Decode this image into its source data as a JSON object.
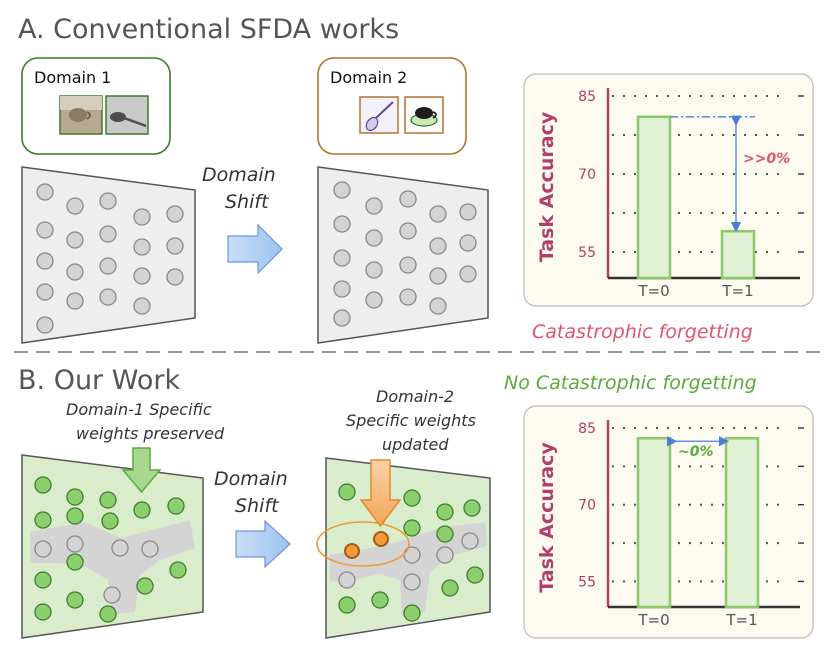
{
  "section_a": {
    "title": "A. Conventional SFDA works",
    "domain1_label": "Domain 1",
    "domain2_label": "Domain 2",
    "shift_line1": "Domain",
    "shift_line2": "Shift",
    "caption": "Catastrophic forgetting"
  },
  "section_b": {
    "title": "B. Our Work",
    "caption": "No Catastrophic forgetting",
    "note1_line1": "Domain-1 Specific",
    "note1_line2": "weights preserved",
    "note2_line1": "Domain-2",
    "note2_line2": "Specific weights",
    "note2_line3": "updated",
    "shift_line1": "Domain",
    "shift_line2": "Shift"
  },
  "icons": {
    "domain1": [
      "coffee-mug-photo-icon",
      "spoon-photo-icon"
    ],
    "domain2": [
      "spoon-drawing-icon",
      "cup-drawing-icon"
    ]
  },
  "colors": {
    "chart_panel_bg": "#fdfaf0",
    "bar_fill": "#dff0d3",
    "bar_stroke": "#8dc86a",
    "axis_color": "#b0406a",
    "forgetting_red": "#e0556a",
    "preserved_green": "#5aab3a",
    "updated_orange": "#f09a3a",
    "arrow_blue": "#9cc3ef"
  },
  "chart_data": [
    {
      "type": "bar",
      "categories": [
        "T=0",
        "T=1"
      ],
      "values": [
        81,
        59
      ],
      "ylabel": "Task Accuracy",
      "yticks": [
        55,
        70,
        85
      ],
      "ylim": [
        50,
        85
      ],
      "grid": "dotted",
      "annotation": ">>0%"
    },
    {
      "type": "bar",
      "categories": [
        "T=0",
        "T=1"
      ],
      "values": [
        83,
        83
      ],
      "ylabel": "Task Accuracy",
      "yticks": [
        55,
        70,
        85
      ],
      "ylim": [
        50,
        85
      ],
      "grid": "dotted",
      "annotation": "~0%"
    }
  ]
}
